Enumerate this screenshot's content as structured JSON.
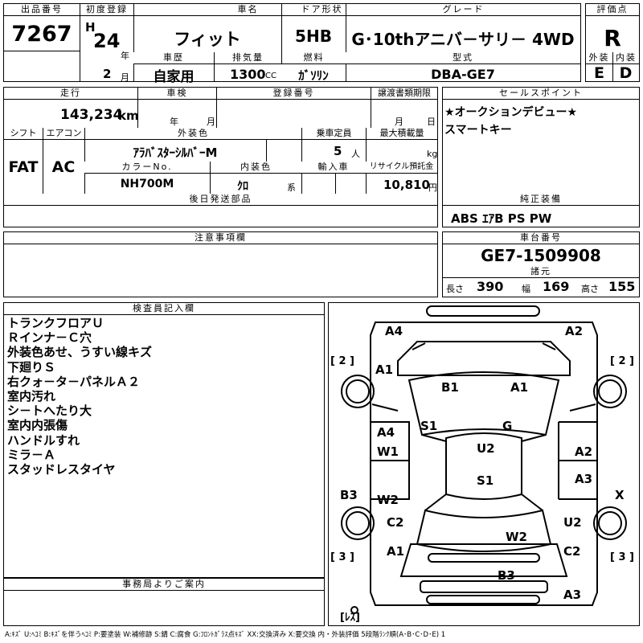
{
  "header": {
    "lot_label": "出品番号",
    "lot": "7267",
    "first_reg_label": "初度登録",
    "era": "H",
    "year": "24",
    "year_unit": "年",
    "month": "2",
    "month_unit": "月",
    "model_label": "車名",
    "model": "フィット",
    "door_label": "ドア形状",
    "door": "5HB",
    "grade_label": "グレード",
    "grade": "G･10thアニバ－サリ－ 4WD",
    "score_label": "評価点",
    "score": "R",
    "history_label": "車歴",
    "history": "自家用",
    "displacement_label": "排気量",
    "displacement": "1300",
    "cc": "CC",
    "fuel_label": "燃料",
    "fuel": "ｶﾞｿﾘﾝ",
    "type_label": "型式",
    "type": "DBA-GE7",
    "ext_label": "外装",
    "ext": "E",
    "int_label": "内装",
    "int": "D"
  },
  "row2": {
    "mileage_label": "走行",
    "mileage": "143,234",
    "km": "km",
    "inspection_label": "車検",
    "insp_year": "年",
    "insp_month": "月",
    "reg_no_label": "登録番号",
    "transfer_label": "譲渡書類期限",
    "tr_month": "月",
    "tr_day": "日",
    "sales_label": "セールスポイント",
    "sales": [
      "★オークションデビュー★",
      "スマートキー"
    ]
  },
  "row3": {
    "shift_label": "シフト",
    "shift": "FAT",
    "ac_label": "エアコン",
    "ac": "AC",
    "color_label": "外装色",
    "color": "ｱﾗﾊﾞｽﾀｰｼﾙﾊﾞｰM",
    "capacity_label": "乗車定員",
    "capacity": "5",
    "capacity_unit": "人",
    "load_label": "最大積載量",
    "load_unit": "kg",
    "color_no_label": "カラーNo.",
    "color_no": "NH700M",
    "interior_label": "内装色",
    "interior": "ｸﾛ",
    "interior_unit": "系",
    "import_label": "輸入車",
    "recycle_label": "リサイクル預託金",
    "recycle": "10,810",
    "recycle_unit": "円"
  },
  "later_parts_label": "後日発送部品",
  "options_label": "純正装備",
  "options": "ABS ｴｱB PS PW",
  "notes_label": "注意事項欄",
  "chassis_label": "車台番号",
  "chassis": "GE7-1509908",
  "dims_label": "諸元",
  "dims": {
    "l_label": "長さ",
    "l": "390",
    "w_label": "幅",
    "w": "169",
    "h_label": "高さ",
    "h": "155"
  },
  "inspector_label": "検査員記入欄",
  "inspector_notes": [
    "トランクフロアＵ",
    "Ｒインナ－Ｃ穴",
    "外装色あせ、うすい線キズ",
    "下廻りＳ",
    "右クォ－タ－パネルＡ２",
    "室内汚れ",
    "シ－トへたり大",
    "室内内張傷",
    "ハンドルすれ",
    "ミラ－Ａ",
    "スタッドレスタイヤ"
  ],
  "office_label": "事務局よりご案内",
  "legend": "A:ｷｽﾞ U:ﾍｺﾐ B:ｷｽﾞを伴うﾍｺﾐ P:要塗装 W:補修跡 S:錆 C:腐食 G:ﾌﾛﾝﾄｶﾞﾗｽ点ｷｽﾞ XX:交換済み X:要交換 内・外装評価 5段階ﾗﾝｸ順(A･B･C･D･E) 1",
  "diagram": {
    "marks": [
      "A4",
      "A2",
      "A1",
      "B1",
      "A1",
      "S1",
      "G",
      "A4",
      "W1",
      "U2",
      "A2",
      "S1",
      "A3",
      "B3",
      "W2",
      "X",
      "C2",
      "U2",
      "W2",
      "A1",
      "C2",
      "B3",
      "A3"
    ],
    "tires": [
      "[ 2 ]",
      "[ 2 ]",
      "[ 3 ]",
      "[ 3 ]",
      "[ﾚｽ]"
    ]
  }
}
